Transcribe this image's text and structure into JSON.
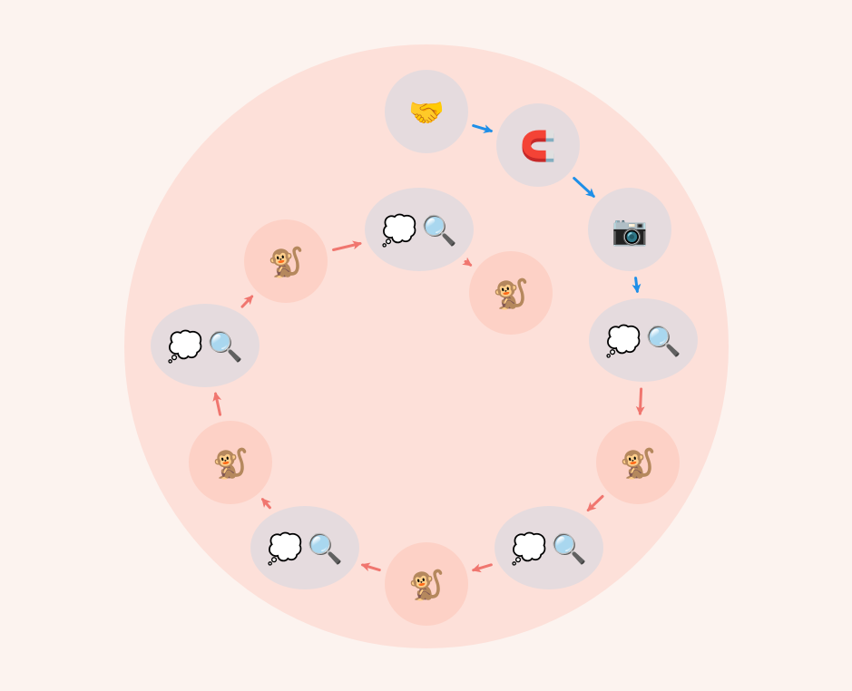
{
  "colors": {
    "background": "#fcf3ef",
    "ring": "#fde0d9",
    "node_gray": "#e5dbde",
    "node_pink": "#fdd1c6",
    "arrow_blue": "#1e8fe8",
    "arrow_red": "#f0766f"
  },
  "nodes": [
    {
      "id": "handshake",
      "shape": "circle",
      "fill": "node_gray",
      "icons": [
        {
          "emoji": "🤝",
          "name": "handshake-icon"
        }
      ]
    },
    {
      "id": "magnet",
      "shape": "circle",
      "fill": "node_gray",
      "icons": [
        {
          "emoji": "🧲",
          "name": "magnet-icon"
        }
      ]
    },
    {
      "id": "camera",
      "shape": "circle",
      "fill": "node_gray",
      "icons": [
        {
          "emoji": "📷",
          "name": "camera-icon"
        }
      ]
    },
    {
      "id": "think-search-1",
      "shape": "ellipse",
      "fill": "node_gray",
      "icons": [
        {
          "emoji": "💭",
          "name": "thought-bubble-icon"
        },
        {
          "emoji": "🔍",
          "name": "magnifier-icon"
        }
      ]
    },
    {
      "id": "monkey-1",
      "shape": "circle",
      "fill": "node_pink",
      "icons": [
        {
          "emoji": "🐒",
          "name": "monkey-icon"
        }
      ]
    },
    {
      "id": "think-search-2",
      "shape": "ellipse",
      "fill": "node_gray",
      "icons": [
        {
          "emoji": "💭",
          "name": "thought-bubble-icon"
        },
        {
          "emoji": "🔍",
          "name": "magnifier-icon"
        }
      ]
    },
    {
      "id": "monkey-2",
      "shape": "circle",
      "fill": "node_pink",
      "icons": [
        {
          "emoji": "🐒",
          "name": "monkey-icon"
        }
      ]
    },
    {
      "id": "think-search-3",
      "shape": "ellipse",
      "fill": "node_gray",
      "icons": [
        {
          "emoji": "💭",
          "name": "thought-bubble-icon"
        },
        {
          "emoji": "🔍",
          "name": "magnifier-icon"
        }
      ]
    },
    {
      "id": "monkey-3",
      "shape": "circle",
      "fill": "node_pink",
      "icons": [
        {
          "emoji": "🐒",
          "name": "monkey-icon"
        }
      ]
    },
    {
      "id": "think-search-4",
      "shape": "ellipse",
      "fill": "node_gray",
      "icons": [
        {
          "emoji": "💭",
          "name": "thought-bubble-icon"
        },
        {
          "emoji": "🔍",
          "name": "magnifier-icon"
        }
      ]
    },
    {
      "id": "monkey-4",
      "shape": "circle",
      "fill": "node_pink",
      "icons": [
        {
          "emoji": "🐒",
          "name": "monkey-icon"
        }
      ]
    },
    {
      "id": "think-search-5",
      "shape": "ellipse",
      "fill": "node_gray",
      "icons": [
        {
          "emoji": "💭",
          "name": "thought-bubble-icon"
        },
        {
          "emoji": "🔍",
          "name": "magnifier-icon"
        }
      ]
    },
    {
      "id": "monkey-5",
      "shape": "circle",
      "fill": "node_pink",
      "icons": [
        {
          "emoji": "🐒",
          "name": "monkey-icon"
        }
      ]
    }
  ],
  "edges": [
    {
      "from": "handshake",
      "to": "magnet",
      "color": "arrow_blue"
    },
    {
      "from": "magnet",
      "to": "camera",
      "color": "arrow_blue"
    },
    {
      "from": "camera",
      "to": "think-search-1",
      "color": "arrow_blue"
    },
    {
      "from": "think-search-1",
      "to": "monkey-1",
      "color": "arrow_red"
    },
    {
      "from": "monkey-1",
      "to": "think-search-2",
      "color": "arrow_red"
    },
    {
      "from": "think-search-2",
      "to": "monkey-2",
      "color": "arrow_red"
    },
    {
      "from": "monkey-2",
      "to": "think-search-3",
      "color": "arrow_red"
    },
    {
      "from": "think-search-3",
      "to": "monkey-3",
      "color": "arrow_red"
    },
    {
      "from": "monkey-3",
      "to": "think-search-4",
      "color": "arrow_red"
    },
    {
      "from": "think-search-4",
      "to": "monkey-4",
      "color": "arrow_red"
    },
    {
      "from": "monkey-4",
      "to": "think-search-5",
      "color": "arrow_red"
    },
    {
      "from": "think-search-5",
      "to": "monkey-5",
      "color": "arrow_red"
    }
  ]
}
